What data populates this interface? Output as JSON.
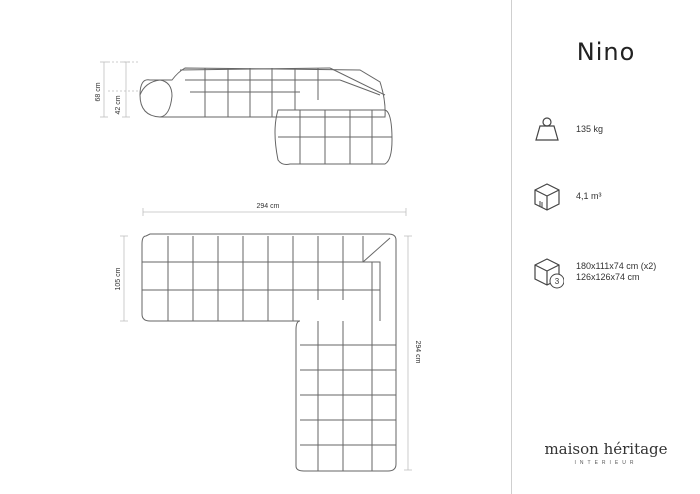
{
  "product": {
    "name": "Nino"
  },
  "dimensions": {
    "total_height": "68 cm",
    "seat_height": "42 cm",
    "width": "294 cm",
    "depth": "105 cm",
    "length": "294 cm"
  },
  "specs": {
    "weight": "135 kg",
    "volume": "4,1 m³",
    "packages_line1": "180x111x74 cm (x2)",
    "packages_line2": "126x126x74 cm",
    "packages_count": "3"
  },
  "brand": {
    "name": "maison héritage",
    "tagline": "INTERIEUR"
  }
}
